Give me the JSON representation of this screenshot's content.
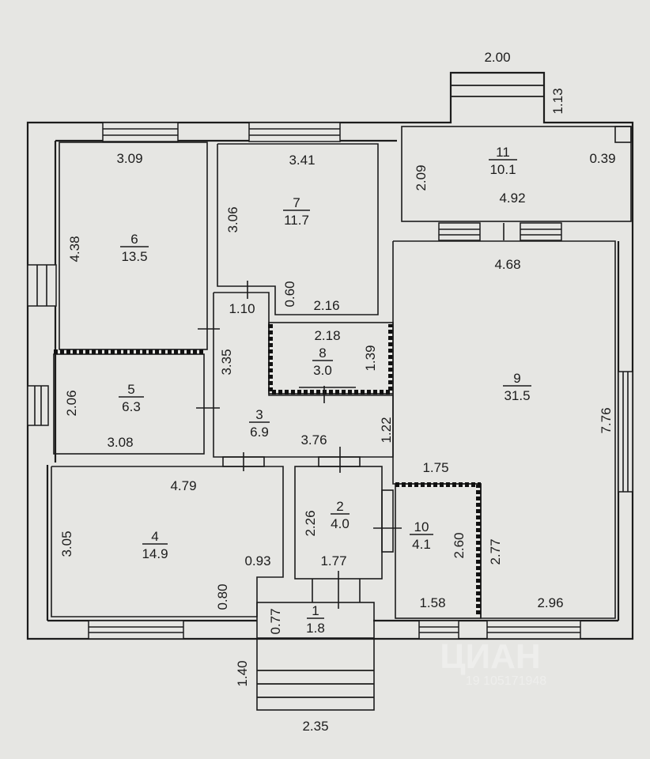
{
  "rooms": [
    {
      "num": "1",
      "area": "1.8"
    },
    {
      "num": "2",
      "area": "4.0"
    },
    {
      "num": "3",
      "area": "6.9"
    },
    {
      "num": "4",
      "area": "14.9"
    },
    {
      "num": "5",
      "area": "6.3"
    },
    {
      "num": "6",
      "area": "13.5"
    },
    {
      "num": "7",
      "area": "11.7"
    },
    {
      "num": "8",
      "area": "3.0"
    },
    {
      "num": "9",
      "area": "31.5"
    },
    {
      "num": "10",
      "area": "4.1"
    },
    {
      "num": "11",
      "area": "10.1"
    }
  ],
  "dimensions": {
    "porch_top_width": "2.00",
    "porch_top_depth": "1.13",
    "r6_width": "3.09",
    "r6_height": "4.38",
    "r7_width": "3.41",
    "r7_height": "3.06",
    "r11_height": "2.09",
    "r11_small": "0.39",
    "r11_width": "4.92",
    "r9_top": "4.68",
    "corridor_110": "1.10",
    "corridor_060": "0.60",
    "r7_bottom": "2.16",
    "r8_width": "2.18",
    "r8_height": "1.39",
    "r3_height": "3.35",
    "r5_height": "2.06",
    "r5_width": "3.08",
    "r3_width": "3.76",
    "r3_122": "1.22",
    "r9_height": "7.76",
    "r10_top": "1.75",
    "r4_width": "4.79",
    "r4_height": "3.05",
    "r4_093": "0.93",
    "r4_080": "0.80",
    "r2_height": "2.26",
    "r2_width": "1.77",
    "r10_height": "2.60",
    "r9_277": "2.77",
    "r10_bottom": "1.58",
    "r9_bottom": "2.96",
    "r1_077": "0.77",
    "porch_bottom_depth": "1.40",
    "porch_bottom_width": "2.35"
  },
  "watermark": {
    "brand": "ЦИАН",
    "id": "19 105171948"
  }
}
